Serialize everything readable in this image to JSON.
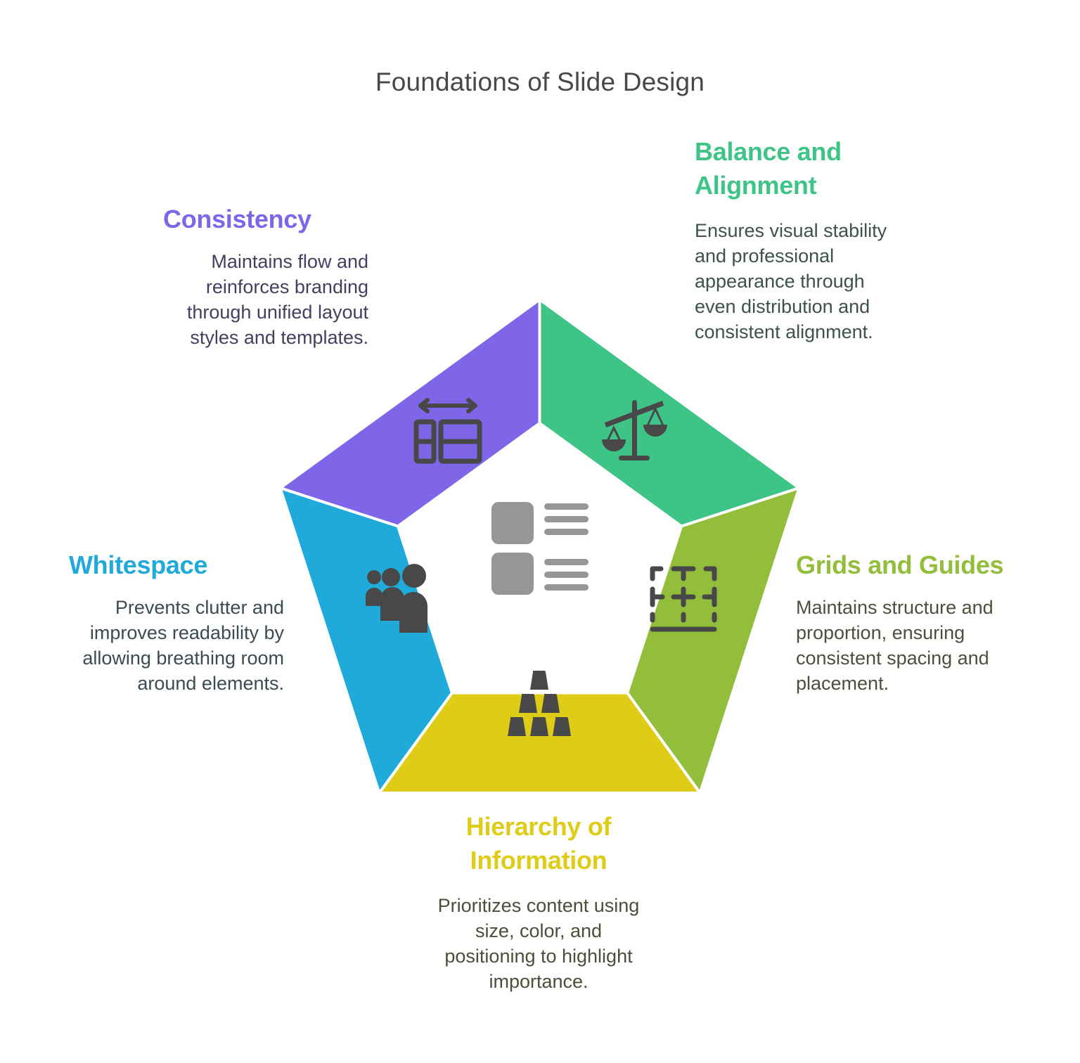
{
  "title": "Foundations of Slide Design",
  "center_icon": "list-layout-icon",
  "center_icon_color": "#969696",
  "icon_color": "#484848",
  "segments": [
    {
      "id": "consistency",
      "heading": "Consistency",
      "lines": [
        "Maintains flow and",
        "reinforces branding",
        "through unified layout",
        "styles and templates."
      ],
      "color": "#7F66E8",
      "text_color": "#433F60",
      "icon": "layout-resize-icon"
    },
    {
      "id": "balance",
      "heading_lines": [
        "Balance and",
        "Alignment"
      ],
      "lines": [
        "Ensures visual stability",
        "and professional",
        "appearance through",
        "even distribution and",
        "consistent alignment."
      ],
      "color": "#3EC486",
      "text_color": "#3D5249",
      "icon": "balance-scale-icon"
    },
    {
      "id": "grids",
      "heading": "Grids and Guides",
      "lines": [
        "Maintains structure and",
        "proportion, ensuring",
        "consistent spacing and",
        "placement."
      ],
      "color": "#92BE3B",
      "text_color": "#4A503D",
      "icon": "grid-guides-icon"
    },
    {
      "id": "hierarchy",
      "heading_lines": [
        "Hierarchy of",
        "Information"
      ],
      "lines": [
        "Prioritizes content using",
        "size, color, and",
        "positioning to highlight",
        "importance."
      ],
      "color": "#DFCC17",
      "text_color": "#4E4D3A",
      "icon": "pyramid-stack-icon"
    },
    {
      "id": "whitespace",
      "heading": "Whitespace",
      "lines": [
        "Prevents clutter and",
        "improves readability by",
        "allowing breathing room",
        "around elements."
      ],
      "color": "#1FAAD9",
      "text_color": "#3B4B52",
      "icon": "people-group-icon"
    }
  ]
}
